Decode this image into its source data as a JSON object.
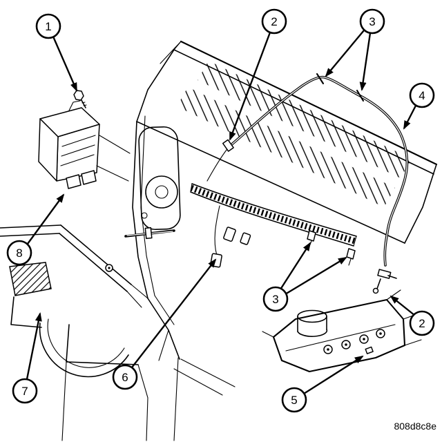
{
  "figure": {
    "code": "808d8c8e",
    "background_color": "#ffffff",
    "line_color": "#000000"
  },
  "callouts": [
    {
      "label": "1"
    },
    {
      "label": "2"
    },
    {
      "label": "3"
    },
    {
      "label": "4"
    },
    {
      "label": "2"
    },
    {
      "label": "3"
    },
    {
      "label": "5"
    },
    {
      "label": "6"
    },
    {
      "label": "7"
    },
    {
      "label": "8"
    }
  ]
}
